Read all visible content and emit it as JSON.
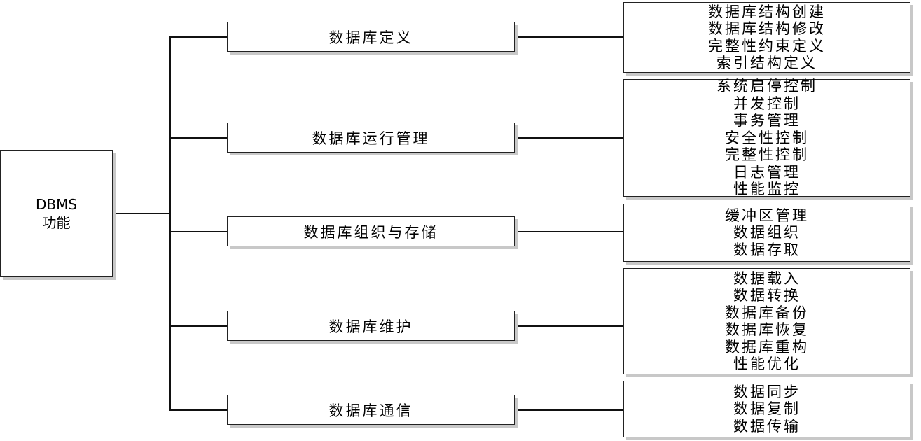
{
  "root": {
    "line1": "DBMS",
    "line2": "功能"
  },
  "branches": [
    {
      "label": "数据库定义",
      "items": [
        "数据库结构创建",
        "数据库结构修改",
        "完整性约束定义",
        "索引结构定义"
      ]
    },
    {
      "label": "数据库运行管理",
      "items": [
        "系统启停控制",
        "并发控制",
        "事务管理",
        "安全性控制",
        "完整性控制",
        "日志管理",
        "性能监控"
      ]
    },
    {
      "label": "数据库组织与存储",
      "items": [
        "缓冲区管理",
        "数据组织",
        "数据存取"
      ]
    },
    {
      "label": "数据库维护",
      "items": [
        "数据载入",
        "数据转换",
        "数据库备份",
        "数据库恢复",
        "数据库重构",
        "性能优化"
      ]
    },
    {
      "label": "数据库通信",
      "items": [
        "数据同步",
        "数据复制",
        "数据传输"
      ]
    }
  ]
}
